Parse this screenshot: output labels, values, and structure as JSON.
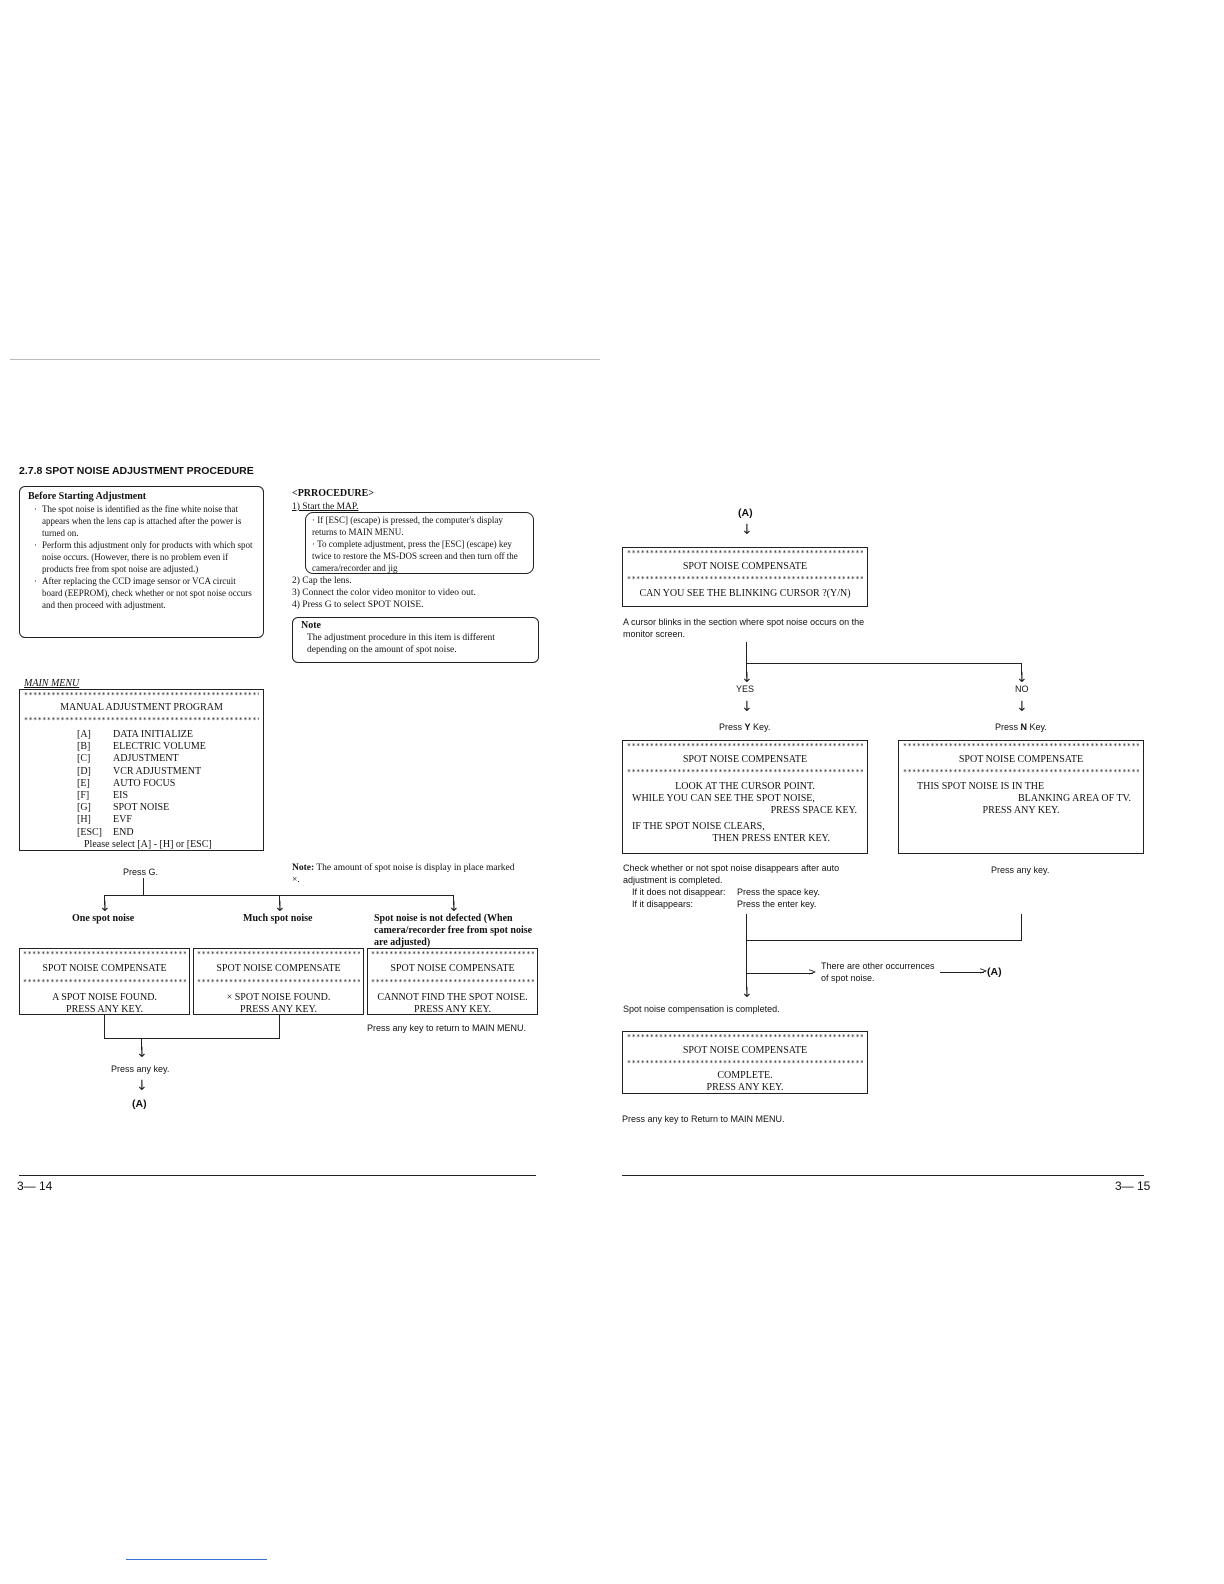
{
  "section_title": "2.7.8 SPOT NOISE ADJUSTMENT PROCEDURE",
  "before": {
    "title": "Before Starting Adjustment",
    "items": [
      "The spot noise is identified as the fine white noise that appears when the lens cap is attached after the power is turned on.",
      "Perform this adjustment only for products with which spot noise occurs. (However, there is no problem even if products free from spot noise are adjusted.)",
      "After replacing the CCD image sensor or VCA circuit board (EEPROM), check whether or not spot noise occurs and then proceed with adjustment."
    ]
  },
  "procedure": {
    "heading": "<PRROCEDURE>",
    "step1": "1)  Start the MAP.",
    "notes": [
      "If [ESC] (escape) is pressed, the computer's display returns to MAIN MENU.",
      "To complete adjustment, press the [ESC] (escape) key twice to restore the MS-DOS screen and then turn off the camera/recorder and jig"
    ],
    "steps": [
      "2)  Cap the lens.",
      "3)  Connect the color video monitor to video out.",
      "4)  Press G to select SPOT NOISE."
    ]
  },
  "note": {
    "title": "Note",
    "text": "The adjustment procedure in this item is different depending on the amount of spot noise."
  },
  "main_menu": {
    "label": "MAIN MENU",
    "stars": "****************************************************",
    "title": "MANUAL ADJUSTMENT PROGRAM",
    "items": [
      {
        "key": "[A]",
        "label": "DATA INITIALIZE"
      },
      {
        "key": "[B]",
        "label": "ELECTRIC VOLUME"
      },
      {
        "key": "[C]",
        "label": "ADJUSTMENT"
      },
      {
        "key": "[D]",
        "label": "VCR ADJUSTMENT"
      },
      {
        "key": "[E]",
        "label": "AUTO FOCUS"
      },
      {
        "key": "[F]",
        "label": "EIS"
      },
      {
        "key": "[G]",
        "label": "SPOT NOISE"
      },
      {
        "key": "[H]",
        "label": "EVF"
      },
      {
        "key": "[ESC]",
        "label": "END"
      }
    ],
    "prompt": "Please select [A] - [H] or [ESC]"
  },
  "left_flow": {
    "press_g": "Press G.",
    "note_label": "Note:",
    "note_text": "The amount of spot noise is display in place marked ×.",
    "branches": [
      "One spot noise",
      "Much spot noise",
      "Spot noise is not defected (When camera/recorder free from spot noise are adjusted)"
    ],
    "box_title": "SPOT NOISE COMPENSATE",
    "stars_short": "************************************",
    "boxes": [
      {
        "line1": "A SPOT NOISE FOUND.",
        "line2": "PRESS ANY KEY."
      },
      {
        "line1": "× SPOT NOISE FOUND.",
        "line2": "PRESS ANY KEY."
      },
      {
        "line1": "CANNOT FIND THE SPOT NOISE.",
        "line2": "PRESS ANY KEY."
      }
    ],
    "return_text": "Press any key to return to MAIN MENU.",
    "press_any_key": "Press any key.",
    "to_a": "(A)"
  },
  "right_flow": {
    "from_a": "(A)",
    "stars_long": "****************************************************",
    "box_title": "SPOT NOISE COMPENSATE",
    "question": "CAN YOU SEE THE BLINKING CURSOR ?(Y/N)",
    "cursor_note": "A cursor blinks in the section where spot noise occurs on the monitor screen.",
    "yes": "YES",
    "no": "NO",
    "press_y_pre": "Press ",
    "press_y_key": "Y",
    "press_y_post": " Key.",
    "press_n_pre": "Press ",
    "press_n_key": "N",
    "press_n_post": " Key.",
    "yes_box": {
      "line1": "LOOK AT THE CURSOR POINT.",
      "line2": "WHILE YOU CAN SEE THE SPOT NOISE,",
      "line3": "PRESS SPACE KEY.",
      "line4": "IF THE SPOT NOISE CLEARS,",
      "line5": "THEN PRESS ENTER KEY."
    },
    "no_box": {
      "line1": "THIS SPOT NOISE IS IN THE",
      "line2": "BLANKING AREA OF TV.",
      "line3": "PRESS ANY KEY."
    },
    "check_text": "Check whether or not spot noise disappears after auto adjustment is completed.",
    "if_not": "If it does not disappear:",
    "if_not_action": "Press the space key.",
    "if_yes": "If it disappears:",
    "if_yes_action": "Press the enter key.",
    "press_any_key": "Press any key.",
    "other_occ_1": "There are other occurrences",
    "other_occ_2": "of spot noise.",
    "to_a": "(A)",
    "completed": "Spot noise compensation is completed.",
    "complete_box": {
      "line1": "COMPLETE.",
      "line2": "PRESS ANY KEY."
    },
    "return_text": "Press any key to Return to MAIN MENU."
  },
  "page_left": "3— 14",
  "page_right": "3— 15"
}
